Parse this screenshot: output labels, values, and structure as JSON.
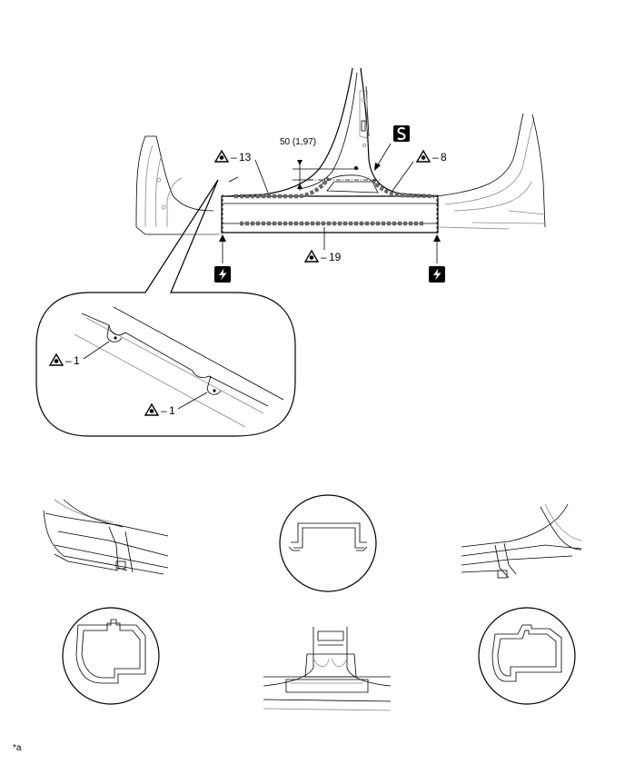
{
  "callouts": {
    "c13": "13",
    "c8": "8",
    "c19": "19",
    "c1a": "1",
    "c1b": "1"
  },
  "dimension": "50 (1,97)",
  "footnote": "*a",
  "icons": {
    "callout_marker": "weld-point-triangle-icon",
    "spot_weld": "spot-weld-icon",
    "cut": "cut-saw-icon"
  }
}
